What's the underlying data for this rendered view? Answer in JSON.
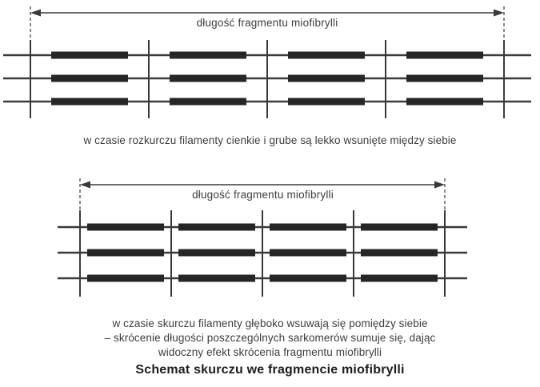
{
  "colors": {
    "line": "#3a3a3a",
    "thick_filament": "#262626",
    "text": "#3d3d3d",
    "title_text": "#1c1c1c",
    "background": "#ffffff"
  },
  "relaxed_diagram": {
    "arrow_label": "długość fragmentu miofibrylli",
    "caption": "w czasie rozkurczu filamenty cienkie i grube są lekko wsunięte między siebie",
    "sarcomere_count": 4,
    "filament_rows": 3
  },
  "contracted_diagram": {
    "arrow_label": "długość fragmentu miofibrylli",
    "caption_lines": [
      "w czasie skurczu filamenty głęboko wsuwają się pomiędzy siebie",
      "– skrócenie długości poszczególnych sarkomerów sumuje się, dając",
      "widoczny efekt skrócenia fragmentu miofibrylli"
    ],
    "sarcomere_count": 4,
    "filament_rows": 3
  },
  "title": "Schemat skurczu we fragmencie miofibrylli"
}
